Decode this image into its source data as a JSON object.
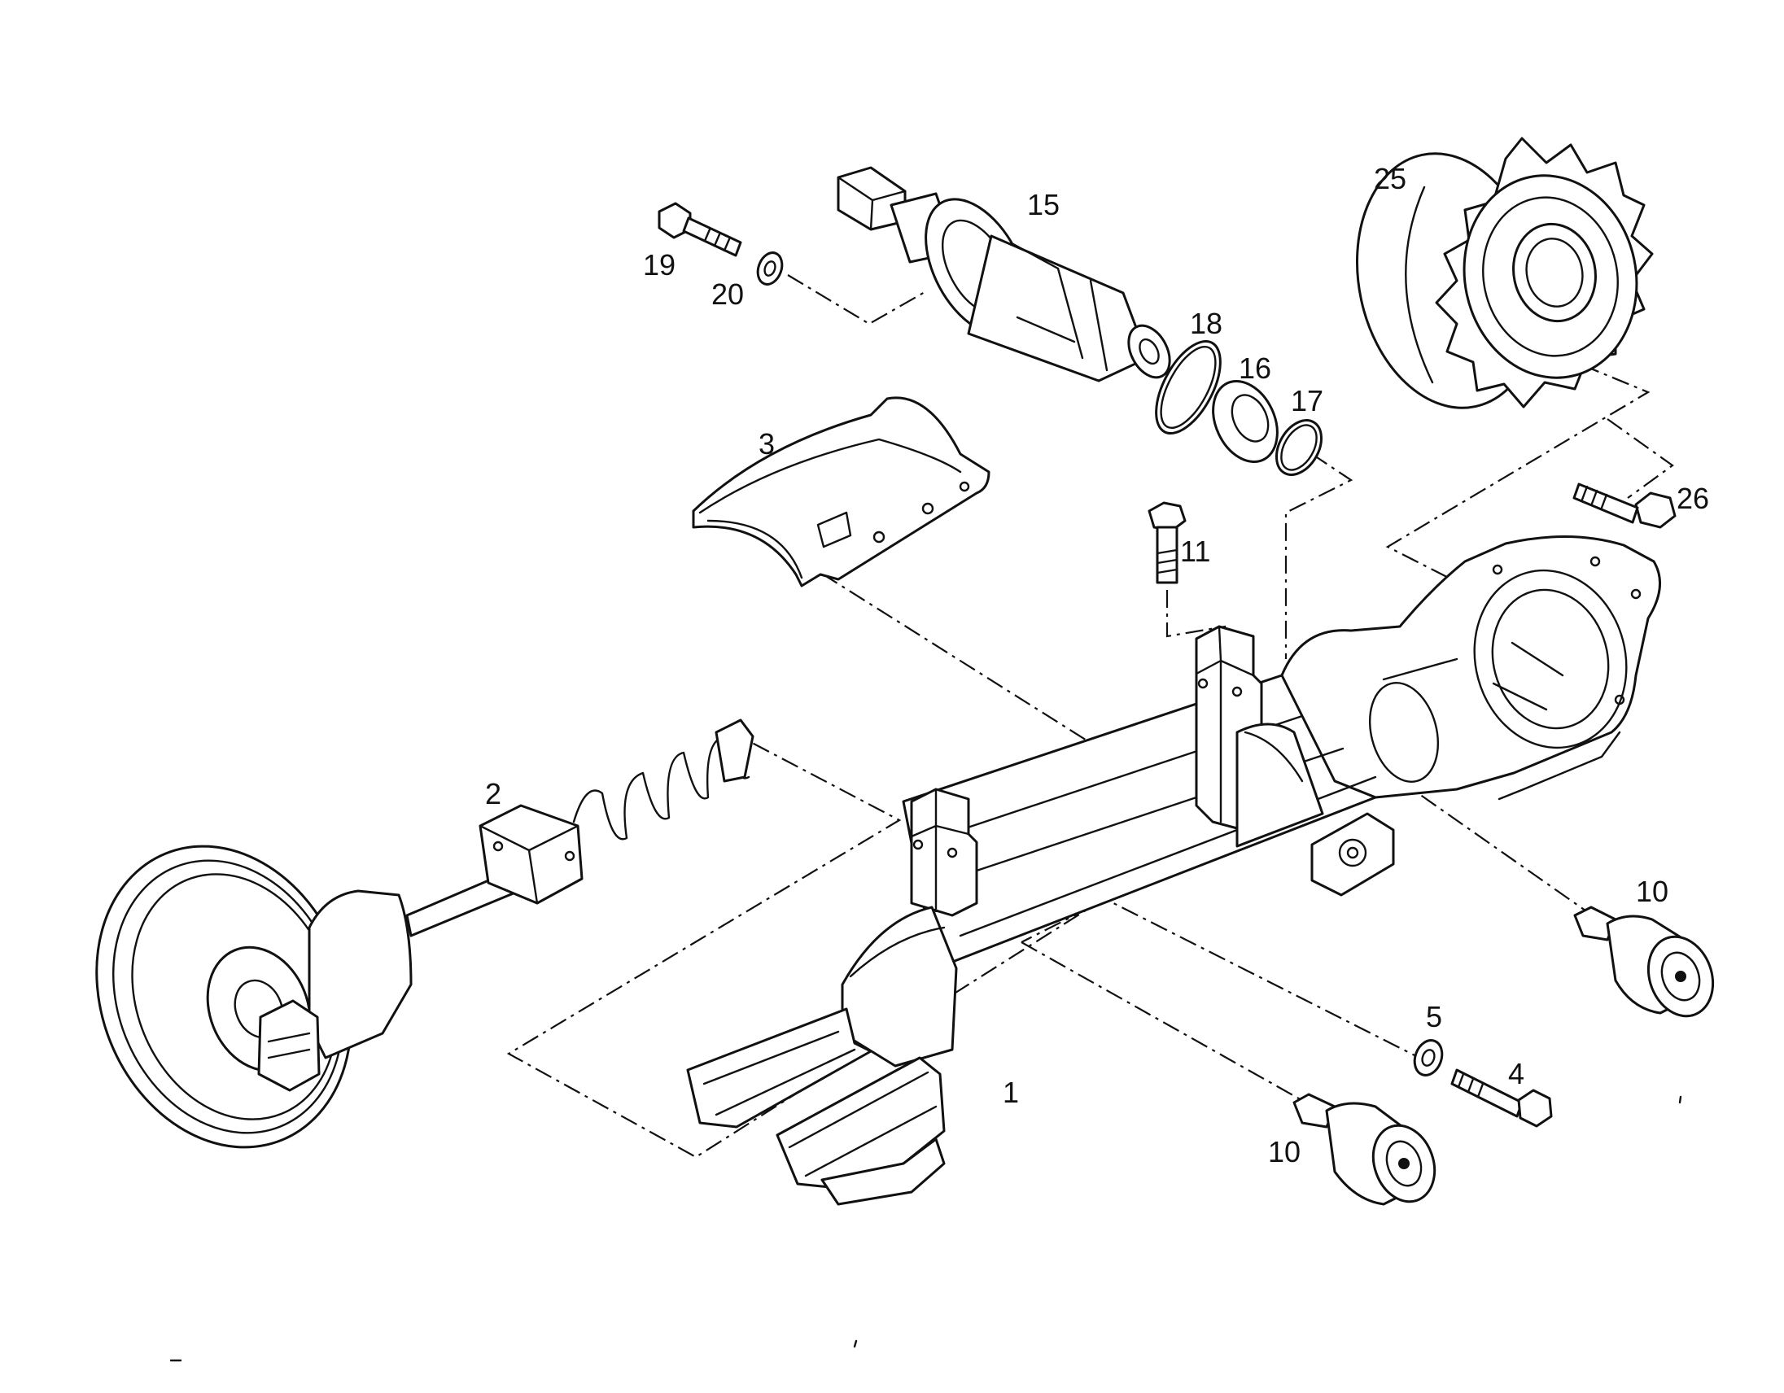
{
  "diagram": {
    "type": "exploded-parts-view",
    "ink_color": "#111111",
    "background_color": "#ffffff"
  },
  "callouts": {
    "c1": "1",
    "c2": "2",
    "c3": "3",
    "c4": "4",
    "c5": "5",
    "c10a": "10",
    "c10b": "10",
    "c11": "11",
    "c15": "15",
    "c16": "16",
    "c17": "17",
    "c18": "18",
    "c19": "19",
    "c20": "20",
    "c25": "25",
    "c26": "26"
  }
}
